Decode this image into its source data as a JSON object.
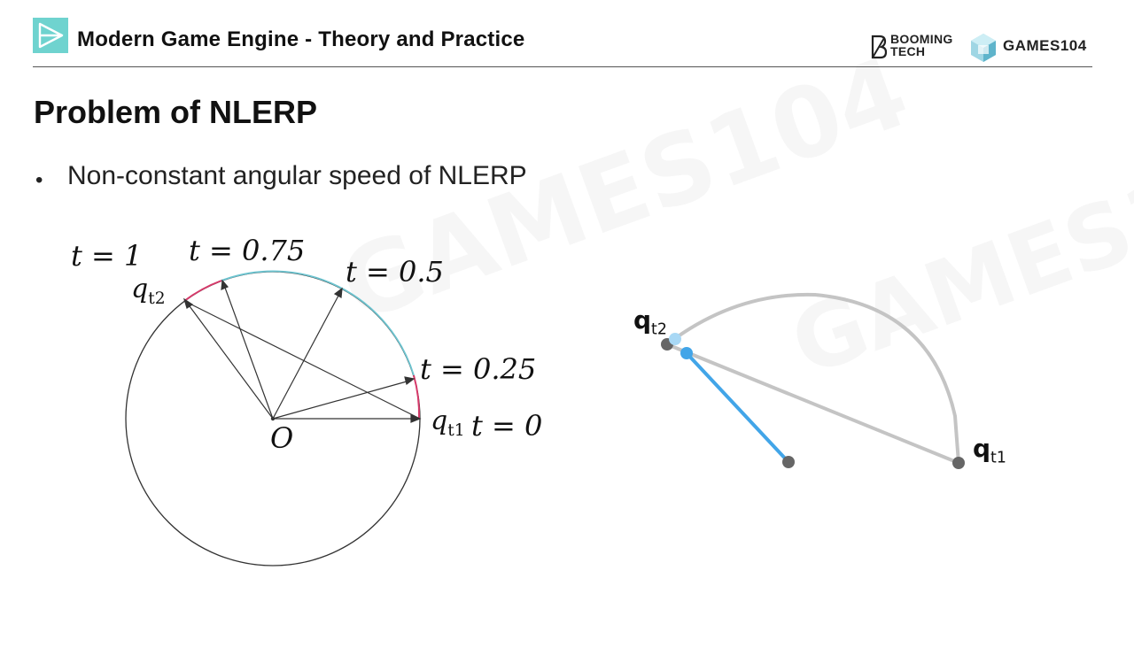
{
  "header": {
    "title": "Modern Game Engine - Theory and Practice",
    "brand_booming_line1": "BOOMING",
    "brand_booming_line2": "TECH",
    "brand_games": "GAMES104"
  },
  "slide": {
    "title": "Problem of NLERP",
    "bullet": "Non-constant angular speed of NLERP"
  },
  "left_diagram": {
    "labels": {
      "t1": "t = 1",
      "t075": "t = 0.75",
      "t05": "t = 0.5",
      "t025": "t = 0.25",
      "t0": "t = 0",
      "origin": "O",
      "qt2_base": "q",
      "qt2_sub": "t2",
      "qt1_base": "q",
      "qt1_sub": "t1"
    },
    "colors": {
      "arc_fast": "#d63a6a",
      "arc_slow": "#6cc4d0",
      "line": "#333333"
    }
  },
  "right_diagram": {
    "labels": {
      "qt2_base": "q",
      "qt2_sub": "t2",
      "qt1_base": "q",
      "qt1_sub": "t1"
    },
    "colors": {
      "arc": "#c4c4c4",
      "blue": "#42a5e8",
      "light_blue": "#a8d8f5",
      "node": "#666666"
    }
  },
  "colors": {
    "accent": "#6fd3cf"
  }
}
